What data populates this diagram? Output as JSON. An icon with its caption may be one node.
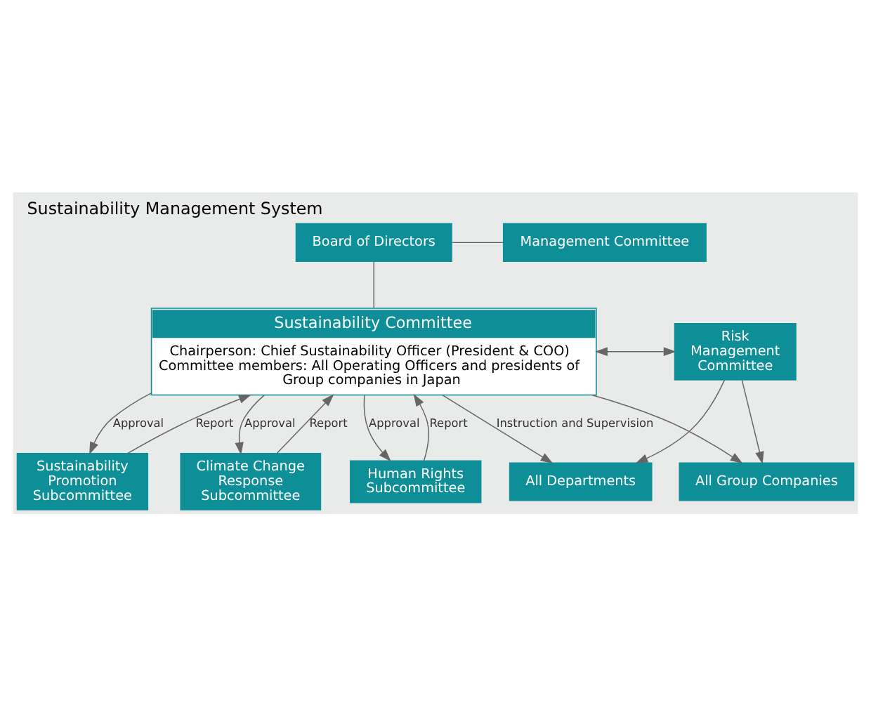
{
  "diagram": {
    "title": "Sustainability Management System",
    "nodes": [
      {
        "text": [
          "Board of Directors"
        ]
      },
      {
        "text": [
          "Management Committee"
        ]
      },
      {
        "text": [
          "Sustainability Committee",
          "Chairperson: Chief Sustainability Officer (President & COO)",
          "Committee members: All Operating Officers and presidents of Group companies in Japan"
        ]
      },
      {
        "text": [
          "Risk Management Committee"
        ]
      },
      {
        "text": [
          "Sustainability Promotion Subcommittee"
        ]
      },
      {
        "text": [
          "Climate Change Response Subcommittee"
        ]
      },
      {
        "text": [
          "Human Rights Subcommittee"
        ]
      },
      {
        "text": [
          "All Departments"
        ]
      },
      {
        "text": [
          "All Group Companies"
        ]
      }
    ],
    "edges": [
      {
        "from": 0,
        "to": 1,
        "arrow": "none"
      },
      {
        "from": 0,
        "to": 2,
        "arrow": "none"
      },
      {
        "from": 2,
        "to": 3,
        "arrow": "both"
      },
      {
        "from": 4,
        "to": 2,
        "arrow": "to",
        "label": "Report"
      },
      {
        "from": 2,
        "to": 4,
        "arrow": "to",
        "label": "Approval"
      },
      {
        "from": 5,
        "to": 2,
        "arrow": "to",
        "label": "Report"
      },
      {
        "from": 2,
        "to": 5,
        "arrow": "to",
        "label": "Approval"
      },
      {
        "from": 6,
        "to": 2,
        "arrow": "to",
        "label": "Report"
      },
      {
        "from": 2,
        "to": 6,
        "arrow": "to",
        "label": "Approval"
      },
      {
        "from": 2,
        "to": 7,
        "arrow": "to",
        "label": "Instruction and Supervision"
      },
      {
        "from": 2,
        "to": 8,
        "arrow": "to"
      },
      {
        "from": 3,
        "to": 7,
        "arrow": "to"
      },
      {
        "from": 3,
        "to": 8,
        "arrow": "to"
      }
    ]
  }
}
